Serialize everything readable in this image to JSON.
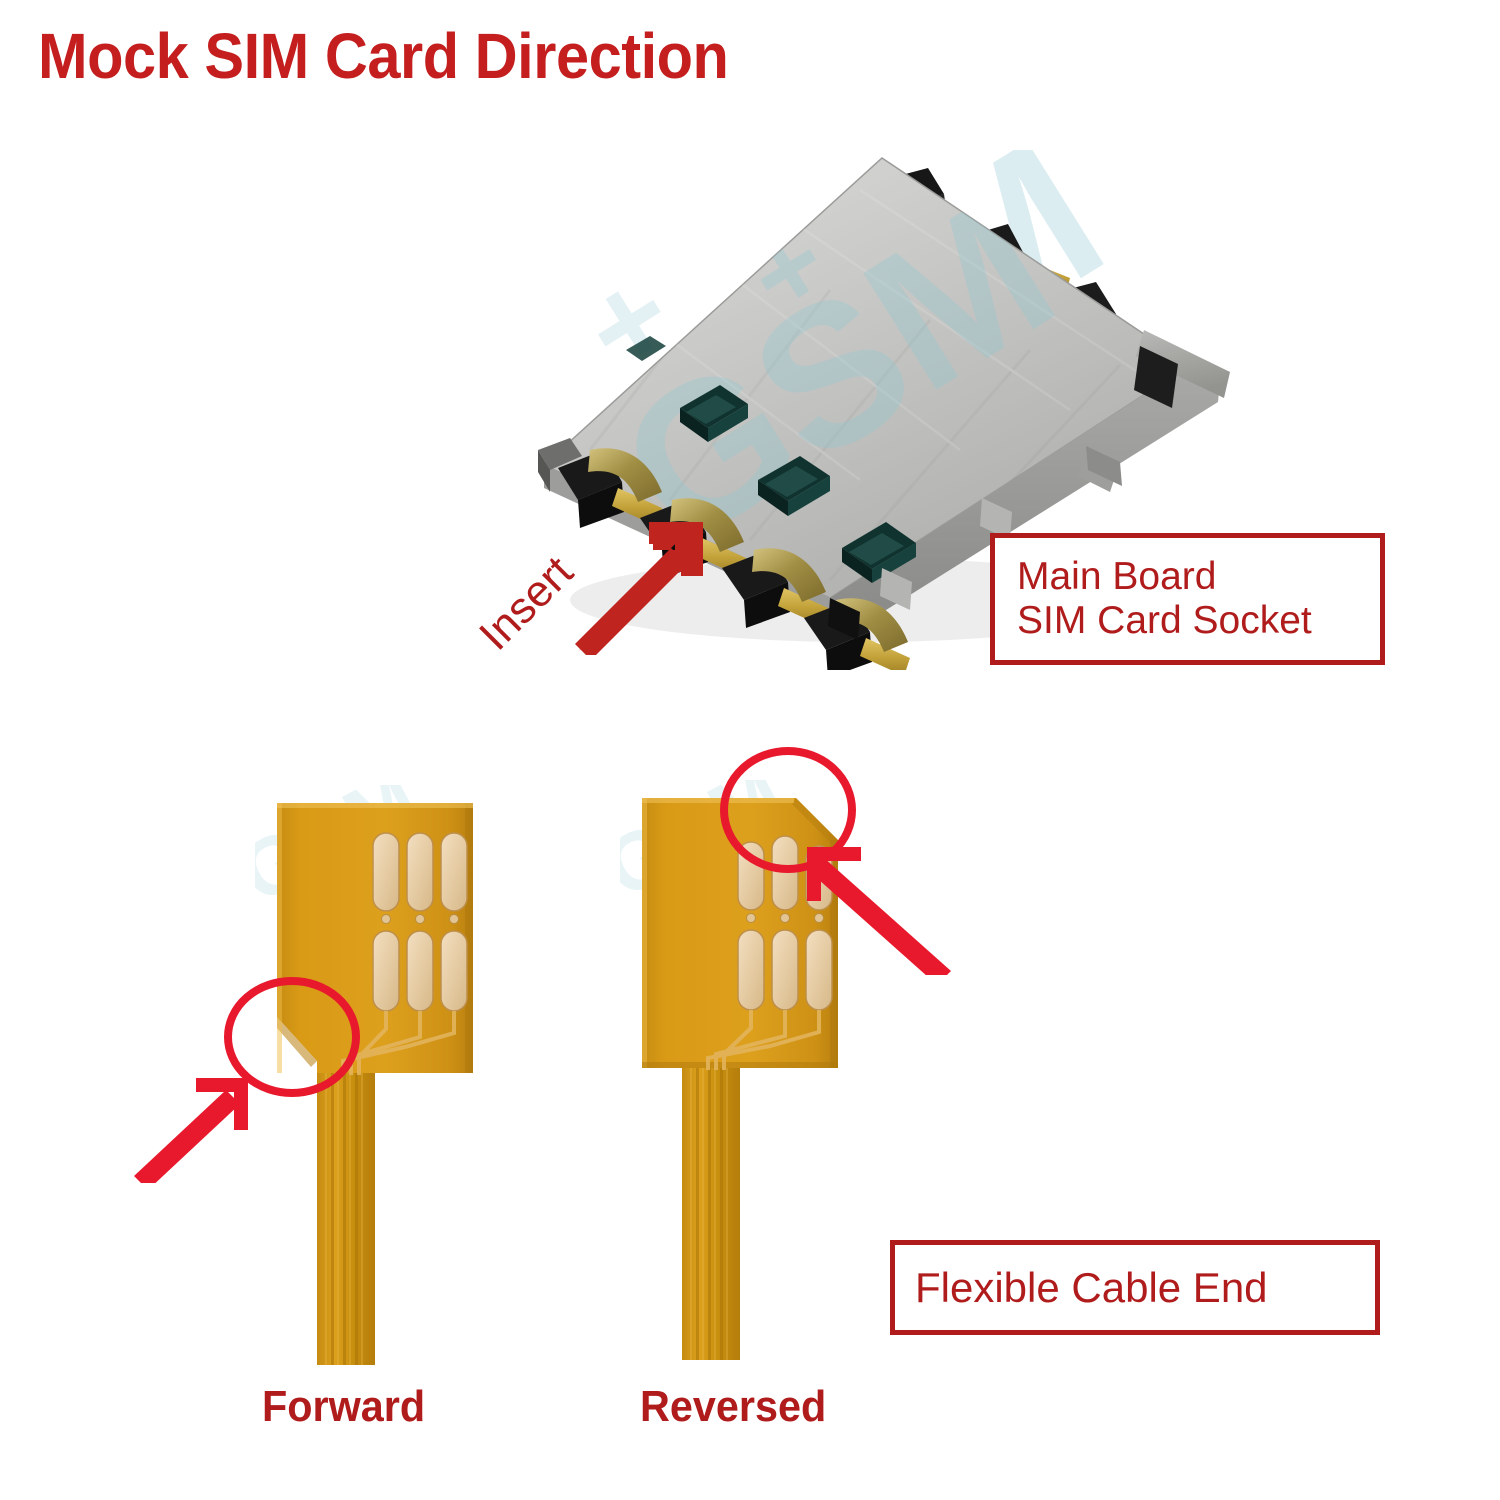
{
  "title": "Mock SIM Card Direction",
  "colors": {
    "title_red": "#C41E1E",
    "box_red": "#B01C1C",
    "arrow_red_thick": "#C0241E",
    "arrow_red_thin": "#E8192C",
    "pcb_gold": "#D99A16",
    "pcb_pad": "#E8CFA6",
    "shield_silver": "#C9C9C7",
    "contact_black": "#1D1D1D",
    "pin_gold": "#C8A33C",
    "watermark_blue": "#BFE0E6",
    "background": "#FFFFFF"
  },
  "callouts": {
    "socket": {
      "line1": "Main Board",
      "line2": "SIM Card Socket"
    },
    "cable": {
      "line1": "Flexible Cable End"
    }
  },
  "insert": {
    "label": "Insert",
    "arrow_direction": "up-right"
  },
  "cards": [
    {
      "id": "forward",
      "label": "Forward",
      "chamfer_corner": "bottom-left",
      "highlight": "red-circle",
      "pointer_arrow_direction": "up-right",
      "contact_pads": 6,
      "pad_rows": 2,
      "pad_cols": 3
    },
    {
      "id": "reversed",
      "label": "Reversed",
      "chamfer_corner": "top-right",
      "highlight": "red-circle",
      "pointer_arrow_direction": "up-left",
      "contact_pads": 6,
      "pad_rows": 2,
      "pad_cols": 3
    }
  ],
  "socket": {
    "name": "sim-card-socket",
    "description": "Main board SIM card socket, metal shield with cutout windows",
    "cutout_windows": 4,
    "contact_blocks_front": 5,
    "contact_blocks_rear": 3
  },
  "watermark": {
    "text": "GSM",
    "visible": true
  }
}
